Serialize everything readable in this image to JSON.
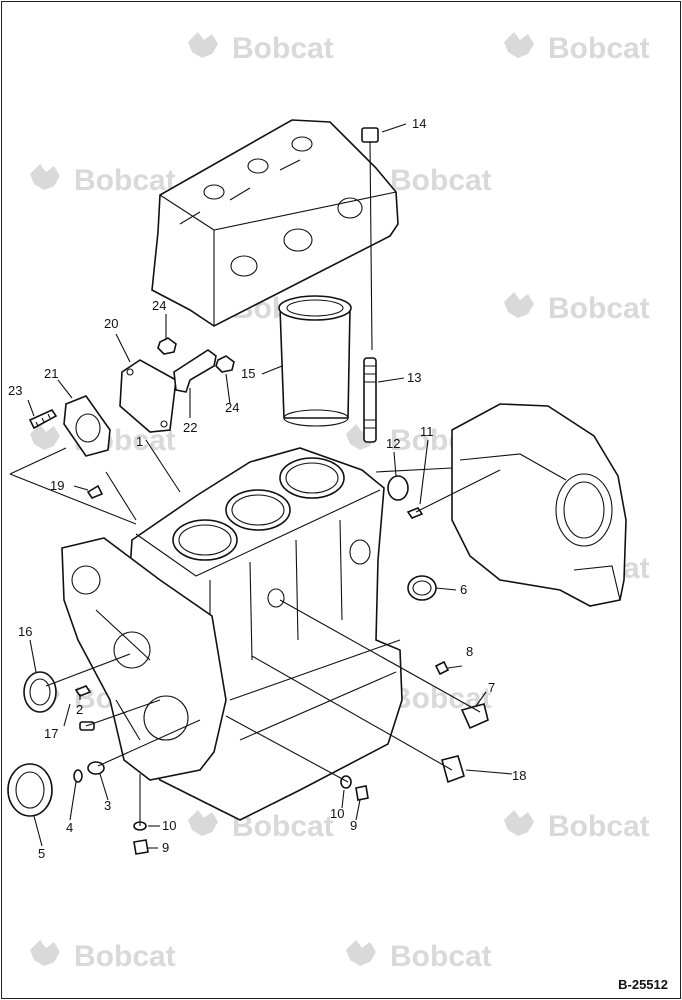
{
  "watermark": {
    "text": "Bobcat",
    "icon": "bobcat-logo-icon",
    "color": "#d9d9d9"
  },
  "figure_code": "B-25512",
  "callouts": [
    {
      "id": "c14",
      "text": "14"
    },
    {
      "id": "c24a",
      "text": "24"
    },
    {
      "id": "c20",
      "text": "20"
    },
    {
      "id": "c15",
      "text": "15"
    },
    {
      "id": "c13",
      "text": "13"
    },
    {
      "id": "c21",
      "text": "21"
    },
    {
      "id": "c23",
      "text": "23"
    },
    {
      "id": "c22",
      "text": "22"
    },
    {
      "id": "c24b",
      "text": "24"
    },
    {
      "id": "c1",
      "text": "1"
    },
    {
      "id": "c12",
      "text": "12"
    },
    {
      "id": "c11",
      "text": "11"
    },
    {
      "id": "c19",
      "text": "19"
    },
    {
      "id": "c6",
      "text": "6"
    },
    {
      "id": "c16",
      "text": "16"
    },
    {
      "id": "c8",
      "text": "8"
    },
    {
      "id": "c2",
      "text": "2"
    },
    {
      "id": "c7",
      "text": "7"
    },
    {
      "id": "c17",
      "text": "17"
    },
    {
      "id": "c18",
      "text": "18"
    },
    {
      "id": "c3",
      "text": "3"
    },
    {
      "id": "c4",
      "text": "4"
    },
    {
      "id": "c10a",
      "text": "10"
    },
    {
      "id": "c10b",
      "text": "10"
    },
    {
      "id": "c9a",
      "text": "9"
    },
    {
      "id": "c9b",
      "text": "9"
    },
    {
      "id": "c5",
      "text": "5"
    }
  ]
}
